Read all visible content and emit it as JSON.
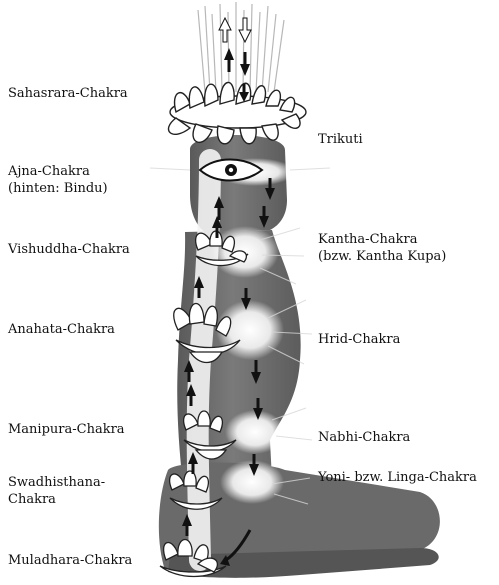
{
  "labels_left": {
    "sahasrara": "Sahasrara-Chakra",
    "ajna_line1": "Ajna-Chakra",
    "ajna_line2": "(hinten: Bindu)",
    "vishuddha": "Vishuddha-Chakra",
    "anahata": "Anahata-Chakra",
    "manipura": "Manipura-Chakra",
    "swadhisthana_line1": "Swadhisthana-",
    "swadhisthana_line2": "Chakra",
    "muladhara": "Muladhara-Chakra"
  },
  "labels_right": {
    "trikuti": "Trikuti",
    "kantha_line1": "Kantha-Chakra",
    "kantha_line2": "(bzw. Kantha Kupa)",
    "hrid": "Hrid-Chakra",
    "nabhi": "Nabhi-Chakra",
    "yoni": "Yoni- bzw. Linga-Chakra"
  },
  "colors": {
    "body": "#6e6e6e",
    "body_dark": "#4a4a4a",
    "channel": "#f4f4f4",
    "lotus_fill": "#ffffff",
    "lotus_stroke": "#222222",
    "arrow": "#111111",
    "glow": "#ffffff"
  }
}
